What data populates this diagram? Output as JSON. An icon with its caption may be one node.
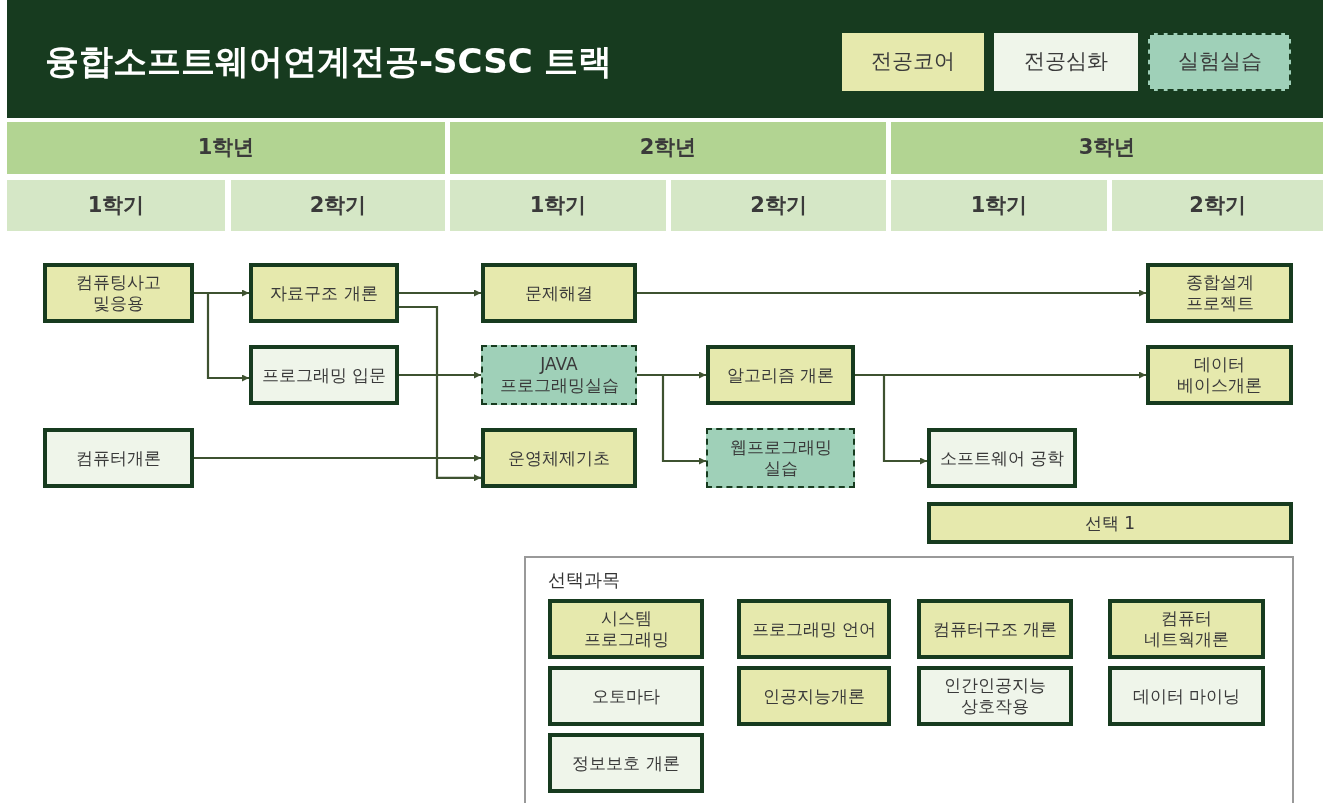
{
  "diagram": {
    "title": "융합소프트웨어연계전공-SCSC 트랙",
    "nodes": [
      {
        "text": [
          "컴퓨팅사고 및응용"
        ]
      },
      {
        "text": [
          "자료구조 개론"
        ]
      },
      {
        "text": [
          "문제해결"
        ]
      },
      {
        "text": [
          "종합설계 프로젝트"
        ]
      },
      {
        "text": [
          "프로그래밍 입문"
        ]
      },
      {
        "text": [
          "JAVA 프로그래밍실습"
        ]
      },
      {
        "text": [
          "알고리즘 개론"
        ]
      },
      {
        "text": [
          "데이터 베이스개론"
        ]
      },
      {
        "text": [
          "컴퓨터개론"
        ]
      },
      {
        "text": [
          "운영체제기초"
        ]
      },
      {
        "text": [
          "웹프로그래밍 실습"
        ]
      },
      {
        "text": [
          "소프트웨어 공학"
        ]
      },
      {
        "text": [
          "선택 1"
        ]
      },
      {
        "text": [
          "선택과목"
        ]
      },
      {
        "text": [
          "시스템 프로그래밍"
        ],
        "in": 13
      },
      {
        "text": [
          "프로그래밍 언어"
        ],
        "in": 13
      },
      {
        "text": [
          "컴퓨터구조 개론"
        ],
        "in": 13
      },
      {
        "text": [
          "컴퓨터 네트웍개론"
        ],
        "in": 13
      },
      {
        "text": [
          "오토마타"
        ],
        "in": 13
      },
      {
        "text": [
          "인공지능개론"
        ],
        "in": 13
      },
      {
        "text": [
          "인간인공지능 상호작용"
        ],
        "in": 13
      },
      {
        "text": [
          "데이터 마이닝"
        ],
        "in": 13
      },
      {
        "text": [
          "정보보호 개론"
        ],
        "in": 13
      }
    ],
    "edges": [
      {
        "from": 0,
        "to": 1,
        "arrow": "to"
      },
      {
        "from": 0,
        "to": 4,
        "arrow": "to"
      },
      {
        "from": 1,
        "to": 2,
        "arrow": "to"
      },
      {
        "from": 1,
        "to": 9,
        "arrow": "to"
      },
      {
        "from": 2,
        "to": 3,
        "arrow": "to"
      },
      {
        "from": 4,
        "to": 5,
        "arrow": "to"
      },
      {
        "from": 8,
        "to": 9,
        "arrow": "to"
      },
      {
        "from": 5,
        "to": 6,
        "arrow": "to"
      },
      {
        "from": 5,
        "to": 10,
        "arrow": "to"
      },
      {
        "from": 6,
        "to": 7,
        "arrow": "to"
      },
      {
        "from": 6,
        "to": 11,
        "arrow": "to"
      }
    ],
    "labels": [
      "1학년",
      "2학년",
      "3학년",
      "1학기",
      "2학기",
      "1학기",
      "2학기",
      "1학기",
      "2학기"
    ],
    "legend": [
      {
        "text": "전공코어",
        "color": "#e6e9ad"
      },
      {
        "text": "전공심화",
        "color": "#eff5ea"
      },
      {
        "text": "실험실습",
        "color": "#9fd0b8"
      }
    ]
  }
}
